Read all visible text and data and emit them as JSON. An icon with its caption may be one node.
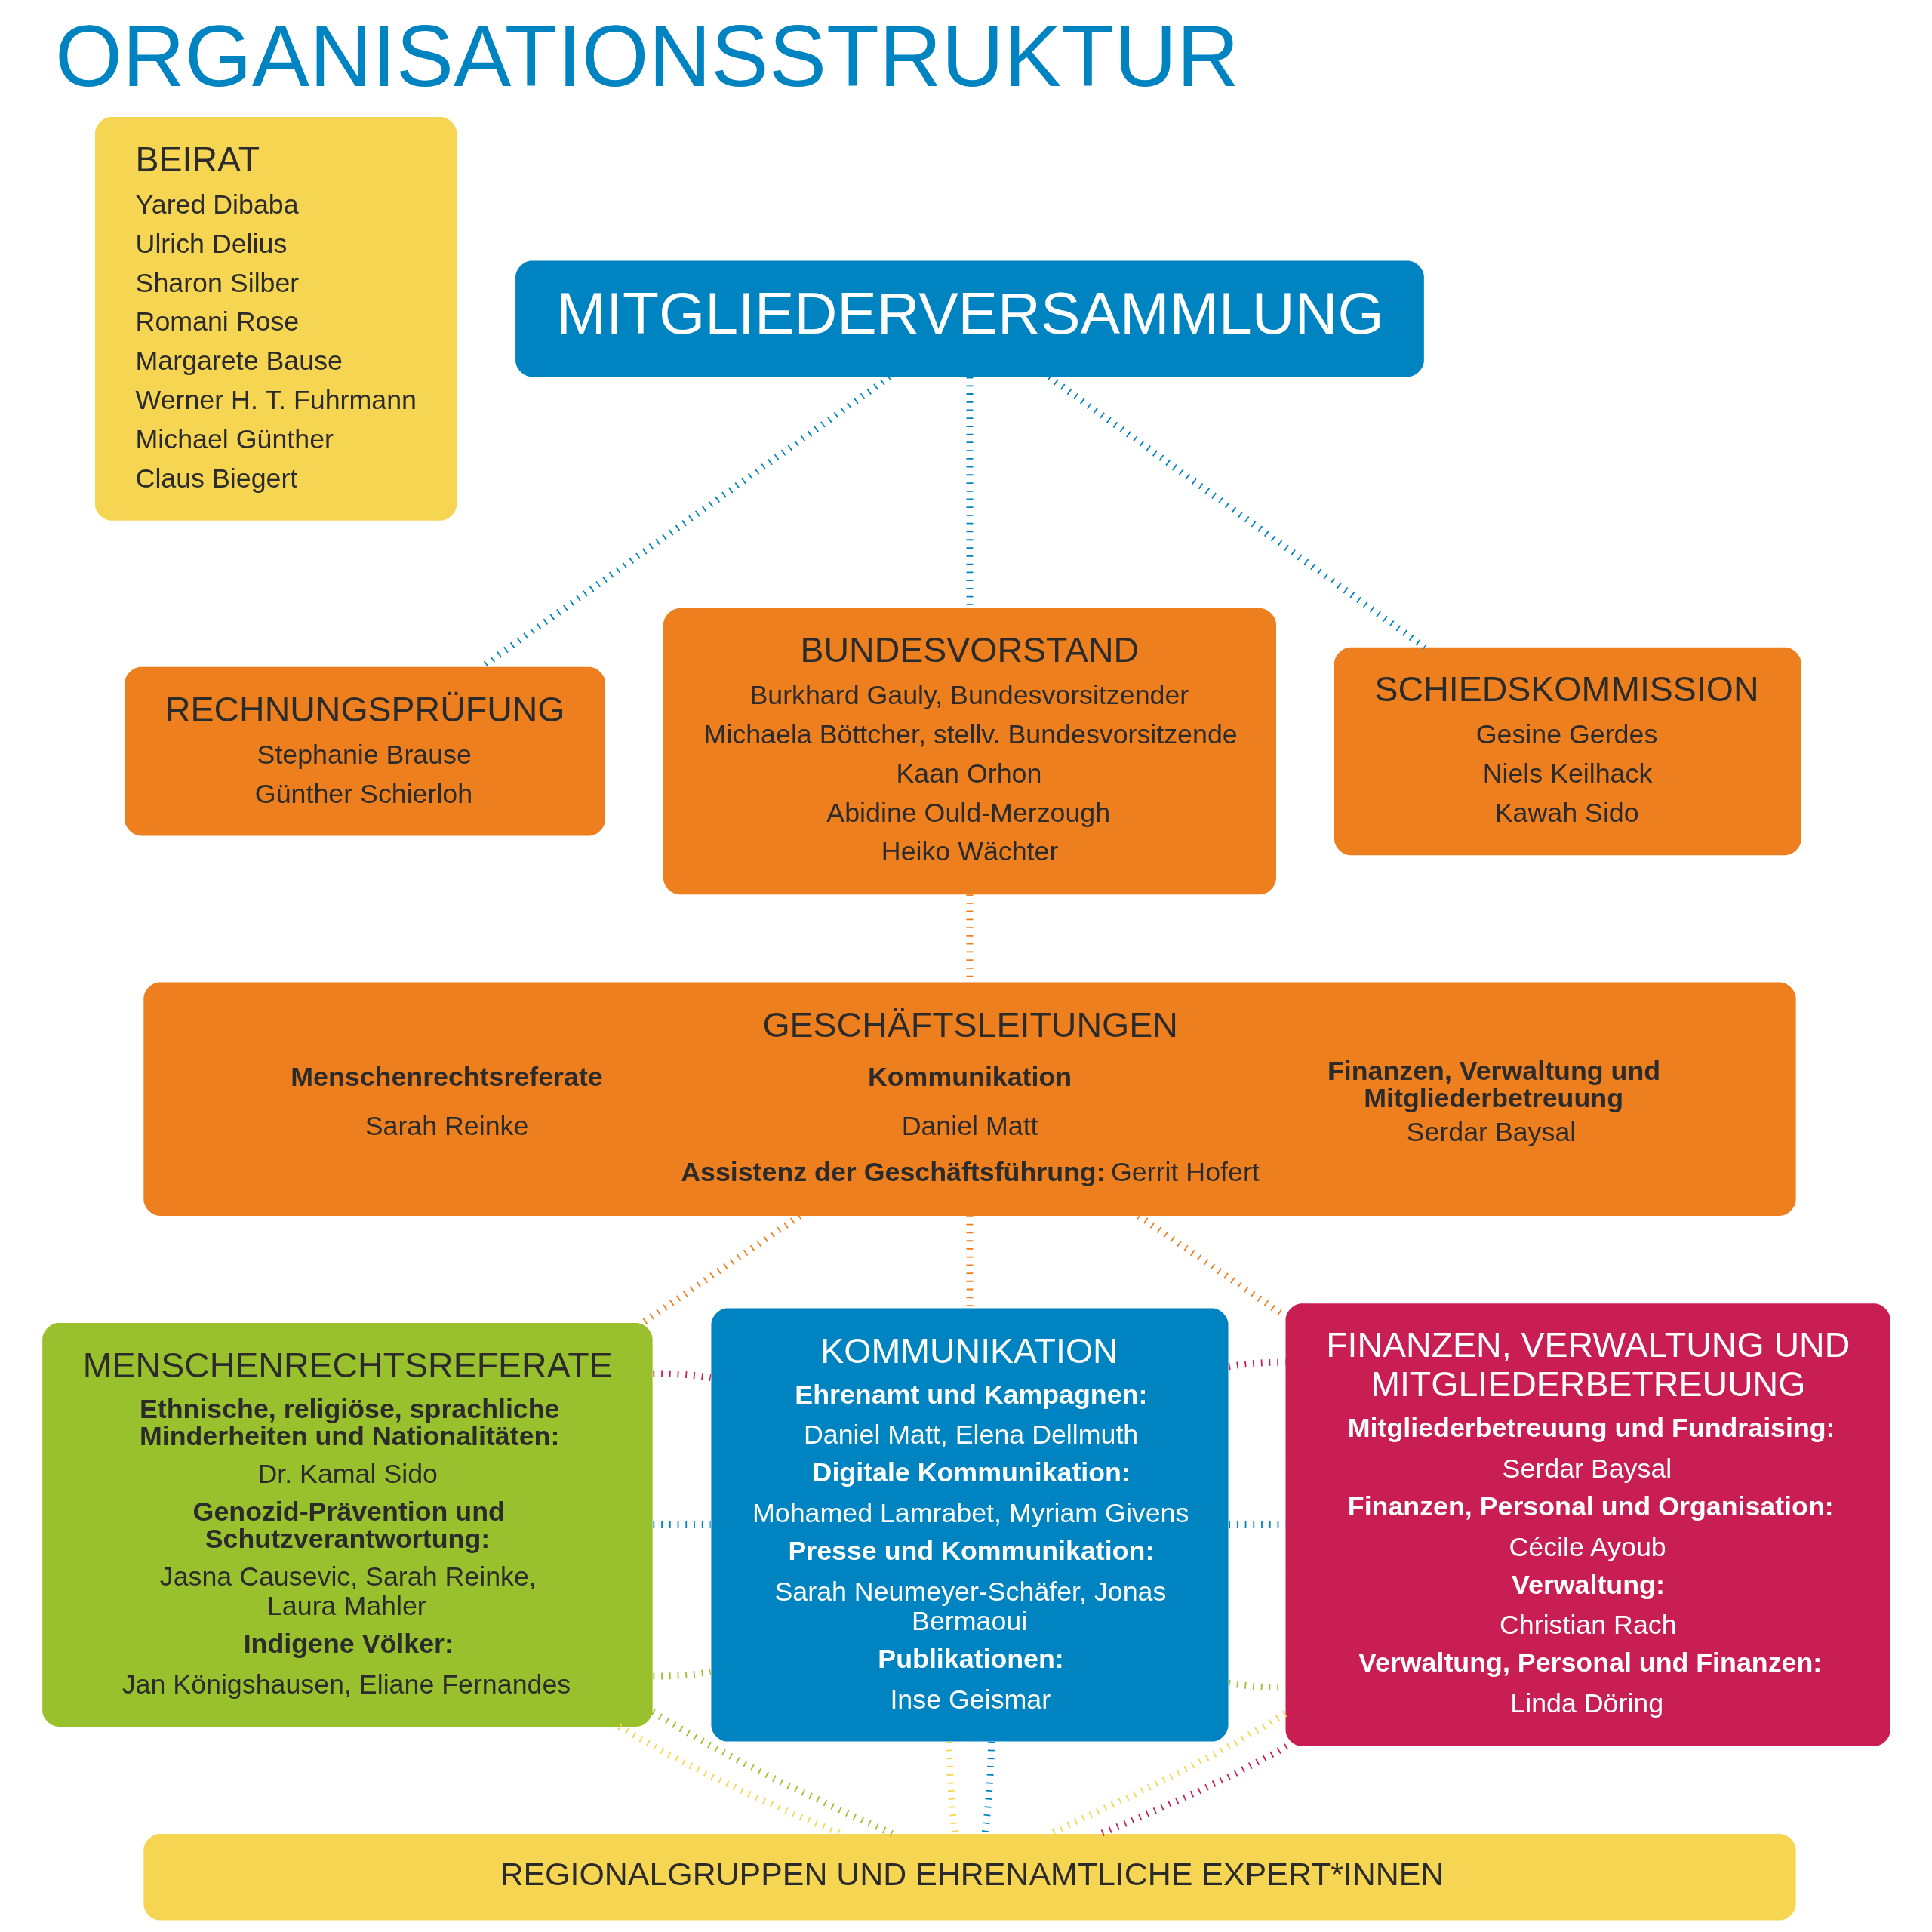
{
  "diagram": {
    "title": "ORGANISATIONSSTRUKTUR",
    "nodes": [
      {
        "text": [
          "BEIRAT",
          "Yared Dibaba",
          "Ulrich Delius",
          "Sharon Silber",
          "Romani Rose",
          "Margarete Bause",
          "Werner H. T. Fuhrmann",
          "Michael Günther",
          "Claus Biegert"
        ]
      },
      {
        "text": [
          "MITGLIEDERVERSAMMLUNG"
        ]
      },
      {
        "text": [
          "RECHNUNGSPRÜFUNG",
          "Stephanie Brause",
          "Günther Schierloh"
        ]
      },
      {
        "text": [
          "BUNDESVORSTAND",
          "Burkhard Gauly, Bundesvorsitzender",
          "Michaela Böttcher, stellv. Bundesvorsitzende",
          "Kaan Orhon",
          "Abidine Ould-Merzough",
          "Heiko Wächter"
        ]
      },
      {
        "text": [
          "SCHIEDSKOMMISSION",
          "Gesine Gerdes",
          "Niels Keilhack",
          "Kawah Sido"
        ]
      },
      {
        "text": [
          "GESCHÄFTSLEITUNGEN",
          "Menschenrechtsreferate",
          "Sarah Reinke",
          "Kommunikation",
          "Daniel Matt",
          "Finanzen, Verwaltung und Mitgliederbetreuung",
          "Serdar Baysal",
          "**Assistenz der Geschäftsführung:** Gerrit Hofert"
        ]
      },
      {
        "text": [
          "MENSCHENRECHTSREFERATE",
          "Ethnische, religiöse, sprachliche Minderheiten und Nationalitäten:",
          "Dr. Kamal Sido",
          "Genozid-Prävention und Schutzverantwortung:",
          "Jasna Causevic, Sarah Reinke, Laura Mahler",
          "Indigene Völker:",
          "Jan Königshausen, Eliane Fernandes"
        ]
      },
      {
        "text": [
          "KOMMUNIKATION",
          "Ehrenamt und Kampagnen:",
          "Daniel Matt, Elena Dellmuth",
          "Digitale Kommunikation:",
          "Mohamed Lamrabet, Myriam Givens",
          "Presse und Kommunikation:",
          "Sarah Neumeyer-Schäfer, Jonas Bermaoui",
          "Publikationen:",
          "Inse Geismar"
        ]
      },
      {
        "text": [
          "FINANZEN, VERWALTUNG UND MITGLIEDERBETREUUNG",
          "Mitgliederbetreuung und Fundraising:",
          "Serdar Baysal",
          "Finanzen, Personal und Organisation:",
          "Cécile Ayoub",
          "Verwaltung:",
          "Christian Rach",
          "Verwaltung, Personal und Finanzen:",
          "Linda Döring"
        ]
      },
      {
        "text": [
          "REGIONALGRUPPEN UND EHRENAMTLICHE EXPERT*INNEN"
        ]
      }
    ],
    "edges": [
      {
        "from": 1,
        "to": 2,
        "arrow": "none",
        "color": "#0083c1"
      },
      {
        "from": 1,
        "to": 3,
        "arrow": "none",
        "color": "#0083c1"
      },
      {
        "from": 1,
        "to": 4,
        "arrow": "none",
        "color": "#0083c1"
      },
      {
        "from": 3,
        "to": 5,
        "arrow": "none",
        "color": "#ee7f1f"
      },
      {
        "from": 5,
        "to": 6,
        "arrow": "none",
        "color": "#ee7f1f"
      },
      {
        "from": 5,
        "to": 7,
        "arrow": "none",
        "color": "#ee7f1f"
      },
      {
        "from": 5,
        "to": 8,
        "arrow": "none",
        "color": "#ee7f1f"
      },
      {
        "from": 6,
        "to": 7,
        "arrow": "none",
        "color": "#99c12d"
      },
      {
        "from": 6,
        "to": 7,
        "arrow": "none",
        "color": "#0083c1"
      },
      {
        "from": 6,
        "to": 7,
        "arrow": "none",
        "color": "#c81e54"
      },
      {
        "from": 7,
        "to": 8,
        "arrow": "none",
        "color": "#99c12d"
      },
      {
        "from": 7,
        "to": 8,
        "arrow": "none",
        "color": "#0083c1"
      },
      {
        "from": 7,
        "to": 8,
        "arrow": "none",
        "color": "#c81e54"
      },
      {
        "from": 6,
        "to": 9,
        "arrow": "none",
        "color": "#f6d553"
      },
      {
        "from": 6,
        "to": 9,
        "arrow": "none",
        "color": "#99c12d"
      },
      {
        "from": 7,
        "to": 9,
        "arrow": "none",
        "color": "#f6d553"
      },
      {
        "from": 7,
        "to": 9,
        "arrow": "none",
        "color": "#0083c1"
      },
      {
        "from": 8,
        "to": 9,
        "arrow": "none",
        "color": "#f6d553"
      },
      {
        "from": 8,
        "to": 9,
        "arrow": "none",
        "color": "#c81e54"
      }
    ]
  }
}
